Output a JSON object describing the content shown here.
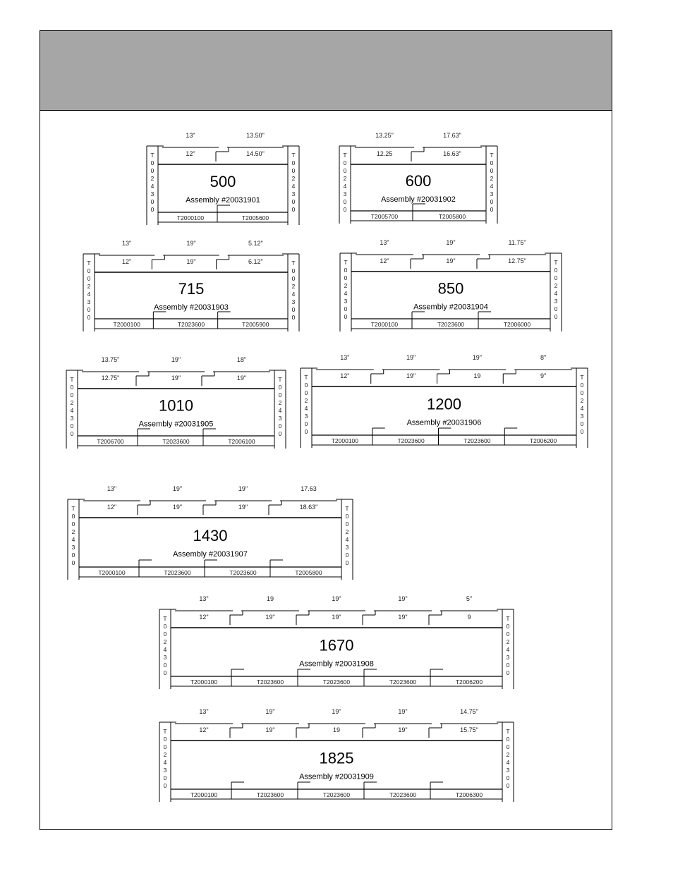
{
  "assemblies": [
    {
      "number": "500",
      "label": "Assembly #20031901",
      "top_dims": [
        "13\"",
        "13.50\""
      ],
      "inner_dims": [
        "12\"",
        "14.50\""
      ],
      "parts": [
        "T2000100",
        "T2005600"
      ],
      "left_code": "T0024300",
      "right_code": "T0024300"
    },
    {
      "number": "600",
      "label": "Assembly #20031902",
      "top_dims": [
        "13.25\"",
        "17.63\""
      ],
      "inner_dims": [
        "12.25",
        "16.63\""
      ],
      "parts": [
        "T2005700",
        "T2005800"
      ],
      "left_code": "T0024300",
      "right_code": "T0024300"
    },
    {
      "number": "715",
      "label": "Assembly #20031903",
      "top_dims": [
        "13\"",
        "19\"",
        "5.12\""
      ],
      "inner_dims": [
        "12\"",
        "19\"",
        "6.12\""
      ],
      "parts": [
        "T2000100",
        "T2023600",
        "T2005900"
      ],
      "left_code": "T0024300",
      "right_code": "T0024300"
    },
    {
      "number": "850",
      "label": "Assembly #20031904",
      "top_dims": [
        "13\"",
        "19\"",
        "11.75\""
      ],
      "inner_dims": [
        "12\"",
        "19\"",
        "12.75\""
      ],
      "parts": [
        "T2000100",
        "T2023600",
        "T2006000"
      ],
      "left_code": "T0024300",
      "right_code": "T0024300"
    },
    {
      "number": "1010",
      "label": "Assembly #20031905",
      "top_dims": [
        "13.75\"",
        "19\"",
        "18\""
      ],
      "inner_dims": [
        "12.75\"",
        "19\"",
        "19\""
      ],
      "parts": [
        "T2006700",
        "T2023600",
        "T2006100"
      ],
      "left_code": "T0024300",
      "right_code": "T0024300"
    },
    {
      "number": "1200",
      "label": "Assembly #20031906",
      "top_dims": [
        "13\"",
        "19\"",
        "19\"",
        "8\""
      ],
      "inner_dims": [
        "12\"",
        "19\"",
        "19",
        "9\""
      ],
      "parts": [
        "T2000100",
        "T2023600",
        "T2023600",
        "T2006200"
      ],
      "left_code": "T0024300",
      "right_code": "T0024300"
    },
    {
      "number": "1430",
      "label": "Assembly #20031907",
      "top_dims": [
        "13\"",
        "19\"",
        "19\"",
        "17.63"
      ],
      "inner_dims": [
        "12\"",
        "19\"",
        "19\"",
        "18.63\""
      ],
      "parts": [
        "T2000100",
        "T2023600",
        "T2023600",
        "T2005800"
      ],
      "left_code": "T0024300",
      "right_code": "T0024300"
    },
    {
      "number": "1670",
      "label": "Assembly #20031908",
      "top_dims": [
        "13\"",
        "19",
        "19\"",
        "19\"",
        "5\""
      ],
      "inner_dims": [
        "12\"",
        "19\"",
        "19\"",
        "19\"",
        "9"
      ],
      "parts": [
        "T2000100",
        "T2023600",
        "T2023600",
        "T2023600",
        "T2006200"
      ],
      "left_code": "T0024300",
      "right_code": "T0024300"
    },
    {
      "number": "1825",
      "label": "Assembly #20031909",
      "top_dims": [
        "13\"",
        "19\"",
        "19\"",
        "19\"",
        "14.75\""
      ],
      "inner_dims": [
        "12\"",
        "19\"",
        "19",
        "19\"",
        "15.75\""
      ],
      "parts": [
        "T2000100",
        "T2023600",
        "T2023600",
        "T2023600",
        "T2006300"
      ],
      "left_code": "T0024300",
      "right_code": "T0024300"
    }
  ]
}
